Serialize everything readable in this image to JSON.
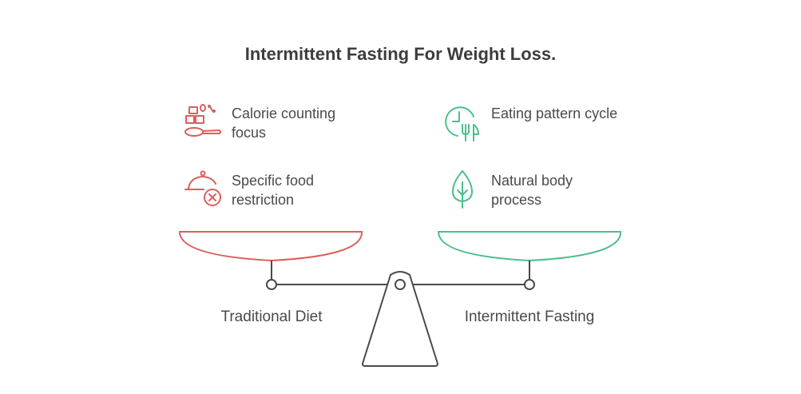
{
  "title": "Intermittent Fasting For Weight Loss.",
  "colors": {
    "left": "#d9605e",
    "right": "#4cbf8a",
    "beam": "#4a4a4a"
  },
  "left": {
    "label": "Traditional Diet",
    "items": [
      {
        "icon": "calorie-scale-icon",
        "text": "Calorie counting focus"
      },
      {
        "icon": "food-restriction-icon",
        "text": "Specific food restriction"
      }
    ]
  },
  "right": {
    "label": "Intermittent Fasting",
    "items": [
      {
        "icon": "clock-fork-icon",
        "text": "Eating pattern cycle"
      },
      {
        "icon": "leaf-icon",
        "text": "Natural body process"
      }
    ]
  }
}
